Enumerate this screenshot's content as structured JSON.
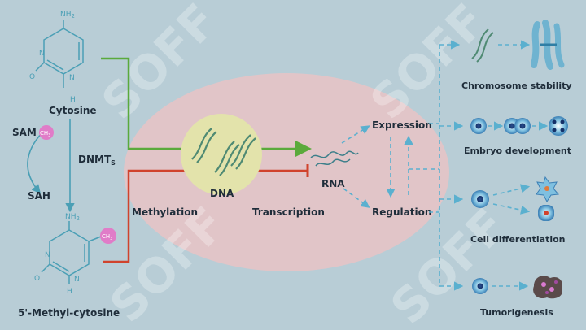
{
  "left": {
    "cytosine_label": "Cytosine",
    "methylcytosine_label": "5'-Methyl-cytosine",
    "sam_label": "SAM",
    "sah_label": "SAH",
    "dnmt_label": "DNMT",
    "dnmt_sub": "S",
    "ch3_label": "CH",
    "ch3_sub": "3",
    "nh2_label": "NH",
    "nh2_sub": "2",
    "n_label": "N",
    "o_label": "O",
    "h_label": "H"
  },
  "center": {
    "dna_label": "DNA",
    "methylation_label": "Methylation",
    "transcription_label": "Transcription",
    "rna_label": "RNA",
    "expression_label": "Expression",
    "regulation_label": "Regulation"
  },
  "outcomes": {
    "chromosome_label": "Chromosome stability",
    "embryo_label": "Embryo development",
    "differentiation_label": "Cell differentiation",
    "tumor_label": "Tumorigenesis"
  },
  "watermark": "SOFF",
  "colors": {
    "background": "#b8cdd6",
    "ellipse": "#e6c4c6",
    "dna_circle": "#e3e3ab",
    "activation_arrow": "#5aaa3c",
    "inhibition_arrow": "#d0432d",
    "dashed_flow": "#5ab0cf",
    "molecule_lines": "#4a9fb5"
  }
}
